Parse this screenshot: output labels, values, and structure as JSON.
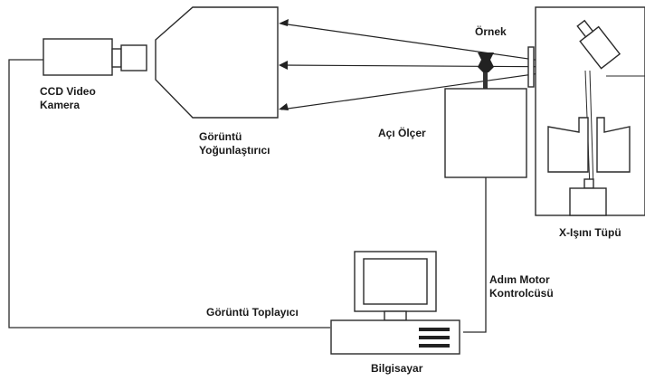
{
  "labels": {
    "ccd_camera": [
      "CCD Video",
      "Kamera"
    ],
    "image_intensifier": [
      "Görüntü",
      "Yoğunlaştırıcı"
    ],
    "sample": "Örnek",
    "goniometer": "Açı Ölçer",
    "xray_tube": "X-Işını Tüpü",
    "stepper_controller": [
      "Adım Motor",
      "Kontrolcüsü"
    ],
    "frame_grabber": "Görüntü Toplayıcı",
    "computer": "Bilgisayar"
  },
  "colors": {
    "line": "#2a2a2a",
    "text": "#1a1a1a",
    "background": "#ffffff"
  }
}
